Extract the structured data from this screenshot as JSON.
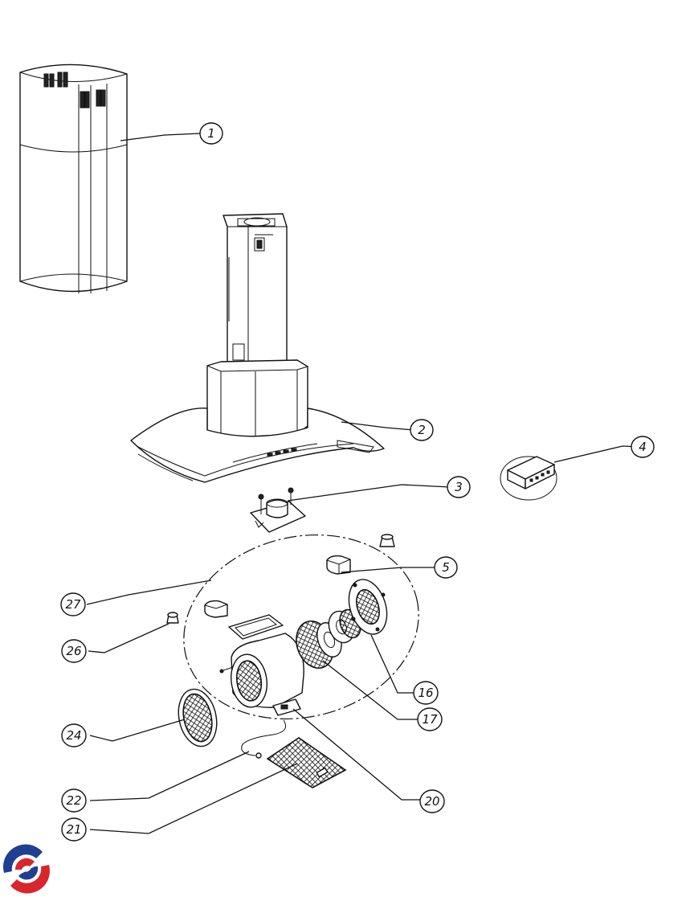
{
  "callouts": [
    {
      "id": "c1",
      "label": "1"
    },
    {
      "id": "c2",
      "label": "2"
    },
    {
      "id": "c3",
      "label": "3"
    },
    {
      "id": "c4",
      "label": "4"
    },
    {
      "id": "c5",
      "label": "5"
    },
    {
      "id": "c27",
      "label": "27"
    },
    {
      "id": "c26",
      "label": "26"
    },
    {
      "id": "c16",
      "label": "16"
    },
    {
      "id": "c17",
      "label": "17"
    },
    {
      "id": "c24",
      "label": "24"
    },
    {
      "id": "c20",
      "label": "20"
    },
    {
      "id": "c22",
      "label": "22"
    },
    {
      "id": "c21",
      "label": "21"
    }
  ],
  "colors": {
    "line": "#111111",
    "logo_red": "#d8262c",
    "logo_blue": "#1f3f93"
  },
  "icons": {
    "logo": "brand-logo-icon"
  }
}
